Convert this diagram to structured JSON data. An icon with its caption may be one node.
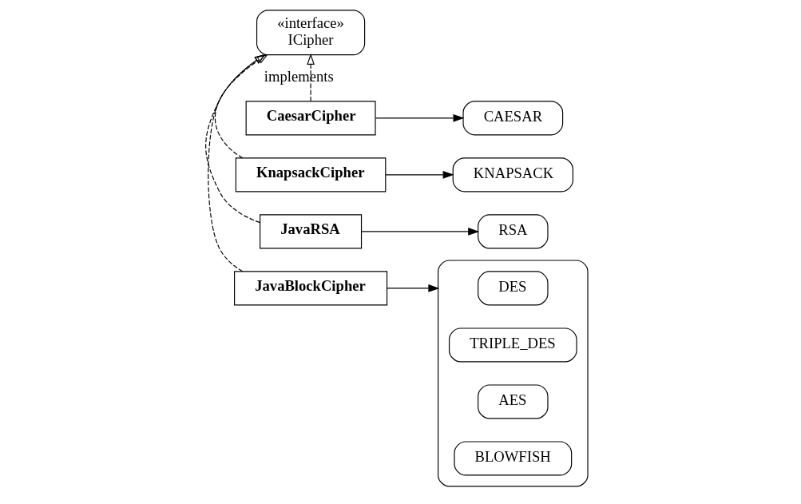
{
  "diagram": {
    "nodes": [
      {
        "text": [
          "«interface»",
          "ICipher"
        ]
      },
      {
        "text": [
          "CaesarCipher"
        ]
      },
      {
        "text": [
          "CAESAR"
        ]
      },
      {
        "text": [
          "KnapsackCipher"
        ]
      },
      {
        "text": [
          "KNAPSACK"
        ]
      },
      {
        "text": [
          "JavaRSA"
        ]
      },
      {
        "text": [
          "RSA"
        ]
      },
      {
        "text": [
          "JavaBlockCipher"
        ]
      },
      {
        "text": [],
        "shape": "box"
      },
      {
        "text": [
          "DES"
        ],
        "in": 8
      },
      {
        "text": [
          "TRIPLE_DES"
        ],
        "in": 8
      },
      {
        "text": [
          "AES"
        ],
        "in": 8
      },
      {
        "text": [
          "BLOWFISH"
        ],
        "in": 8
      }
    ],
    "edges": [
      {
        "from": 1,
        "to": 0,
        "arrow": "to",
        "style": "dashed",
        "label": "implements"
      },
      {
        "from": 3,
        "to": 0,
        "arrow": "to",
        "style": "dashed"
      },
      {
        "from": 5,
        "to": 0,
        "arrow": "to",
        "style": "dashed"
      },
      {
        "from": 7,
        "to": 0,
        "arrow": "to",
        "style": "dashed"
      },
      {
        "from": 1,
        "to": 2,
        "arrow": "to"
      },
      {
        "from": 3,
        "to": 4,
        "arrow": "to"
      },
      {
        "from": 5,
        "to": 6,
        "arrow": "to"
      },
      {
        "from": 7,
        "to": 8,
        "arrow": "to"
      }
    ]
  }
}
